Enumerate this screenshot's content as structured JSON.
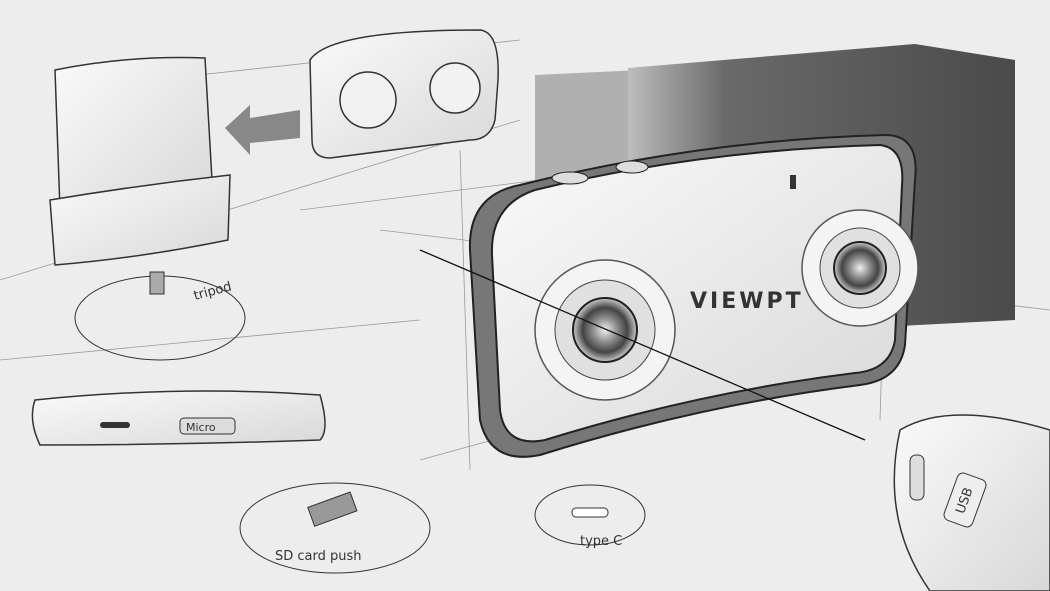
{
  "sketch": {
    "brand_label": "VIEWPT",
    "annotations": {
      "tripod": "tripod",
      "micro": "Micro",
      "sd_card": "SD card push",
      "type_c": "type C",
      "usb": "USB"
    },
    "colors": {
      "background": "#ededed",
      "dark_panel": "#555555",
      "mid_panel": "#a9a9a9",
      "line": "#2a2a2a"
    }
  }
}
